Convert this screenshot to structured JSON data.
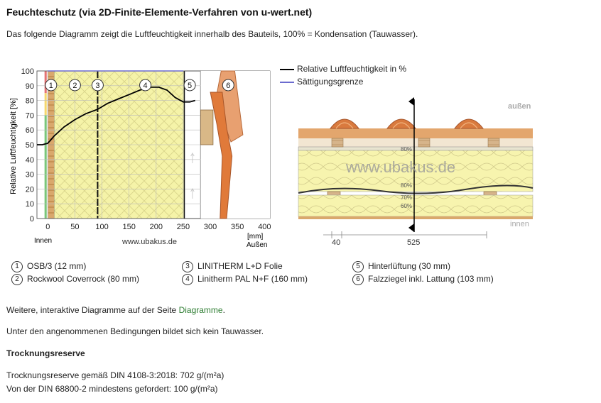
{
  "page": {
    "title": "Feuchteschutz (via 2D-Finite-Elemente-Verfahren von u-wert.net)",
    "intro": "Das folgende Diagramm zeigt die Luftfeuchtigkeit innerhalb des Bauteils, 100% = Kondensation (Tauwasser)."
  },
  "legend_lines": [
    {
      "label": "Relative Luftfeuchtigkeit in %",
      "color": "#000000"
    },
    {
      "label": "Sättigungsgrenze",
      "color": "#6b6bcf"
    }
  ],
  "layers": [
    {
      "n": "1",
      "label": "OSB/3 (12 mm)"
    },
    {
      "n": "2",
      "label": "Rockwool Coverrock (80 mm)"
    },
    {
      "n": "3",
      "label": "LINITHERM L+D Folie"
    },
    {
      "n": "4",
      "label": "Linitherm PAL N+F (160 mm)"
    },
    {
      "n": "5",
      "label": "Hinterlüftung (30 mm)"
    },
    {
      "n": "6",
      "label": "Falzziegel inkl. Lattung (103 mm)"
    }
  ],
  "chart_data": {
    "type": "line",
    "ylabel": "Relative Luftfeuchtigkeit [%]",
    "xlabel": "[mm]",
    "x_left_label": "Innen",
    "x_right_label": "Außen",
    "watermark": "www.ubakus.de",
    "x_ticks": [
      "0",
      "50",
      "100",
      "150",
      "200",
      "250",
      "300",
      "350",
      "400"
    ],
    "y_ticks": [
      "0",
      "10",
      "20",
      "30",
      "40",
      "50",
      "60",
      "70",
      "80",
      "90",
      "100"
    ],
    "xlim": [
      -20,
      410
    ],
    "ylim": [
      0,
      100
    ],
    "grid": true,
    "series": [
      {
        "name": "Relative Luftfeuchtigkeit in %",
        "color": "#000000",
        "x": [
          -20,
          -10,
          0,
          12,
          30,
          50,
          70,
          92,
          110,
          130,
          150,
          170,
          190,
          205,
          220,
          235,
          250,
          262,
          272
        ],
        "y": [
          50,
          50,
          51,
          56,
          62,
          67,
          71,
          74,
          78,
          81,
          84,
          87,
          89,
          89,
          87,
          82,
          79,
          79,
          80
        ]
      },
      {
        "name": "Sättigungsgrenze",
        "color": "#6b6bcf",
        "x": [
          0,
          250
        ],
        "y": [
          100,
          100
        ]
      }
    ],
    "layer_markers": [
      {
        "n": "1",
        "x": 6
      },
      {
        "n": "2",
        "x": 50
      },
      {
        "n": "3",
        "x": 92
      },
      {
        "n": "4",
        "x": 180
      },
      {
        "n": "5",
        "x": 262
      },
      {
        "n": "6",
        "x": 333
      }
    ]
  },
  "cross_section": {
    "top_label": "außen",
    "bottom_label": "innen",
    "watermark": "www.ubakus.de",
    "pct_labels": [
      "80%",
      "80%",
      "70%",
      "60%"
    ],
    "dimension_values": [
      "40",
      "525"
    ]
  },
  "footer": {
    "more_prefix": "Weitere, interaktive Diagramme auf der Seite ",
    "more_link": "Diagramme",
    "more_suffix": ".",
    "no_condensate": "Unter den angenommenen Bedingungen bildet sich kein Tauwasser.",
    "reserve_heading": "Trocknungsreserve",
    "reserve_line1": "Trocknungsreserve gemäß DIN 4108-3:2018: 702 g/(m²a)",
    "reserve_line2": "Von der DIN 68800-2 mindestens gefordert: 100 g/(m²a)"
  }
}
